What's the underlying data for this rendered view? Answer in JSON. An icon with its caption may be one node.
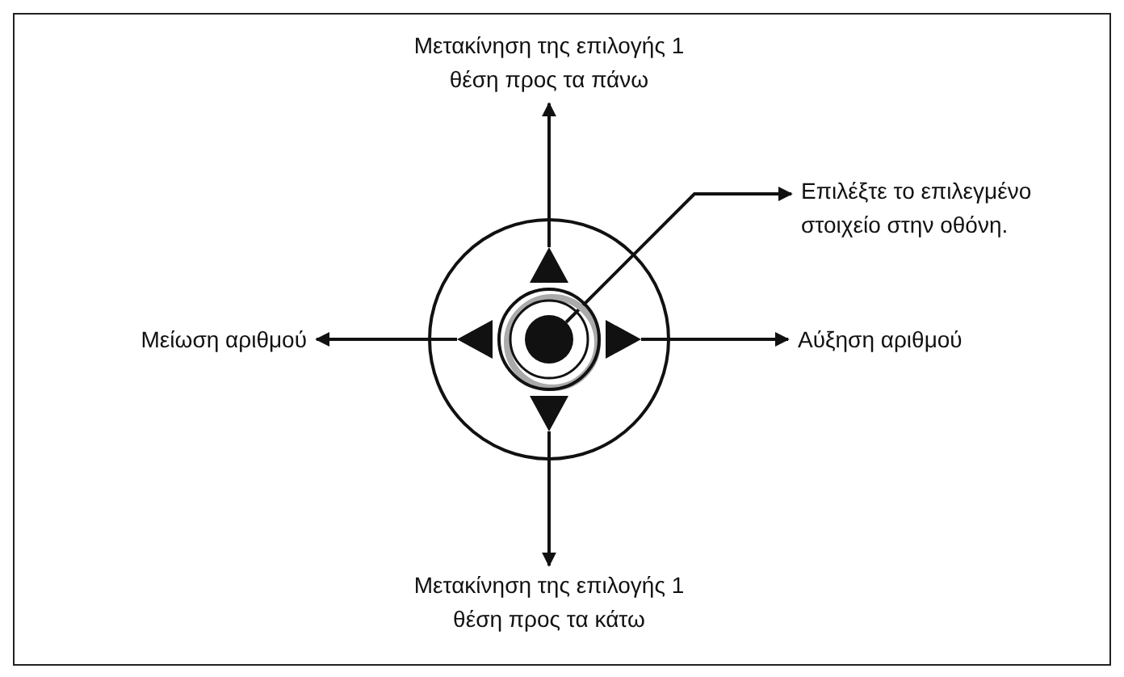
{
  "diagram": {
    "nodes": [
      {
        "text": [
          "Μετακίνηση της επιλογής 1 θέση προς τα πάνω"
        ]
      },
      {
        "text": [
          "Επιλέξτε το επιλεγμένο στοιχείο στην οθόνη."
        ]
      },
      {
        "text": [
          "Μείωση αριθμού"
        ]
      },
      {
        "text": [
          "Αύξηση αριθμού"
        ]
      },
      {
        "text": [
          "Μετακίνηση της επιλογής 1 θέση προς τα κάτω"
        ]
      },
      {
        "text": [],
        "shape": "circle"
      },
      {
        "text": [],
        "shape": "triangle",
        "in": 5
      },
      {
        "text": [],
        "shape": "triangle",
        "in": 5
      },
      {
        "text": [],
        "shape": "triangle",
        "in": 5
      },
      {
        "text": [],
        "shape": "triangle",
        "in": 5
      },
      {
        "text": [],
        "shape": "circle",
        "in": 5
      },
      {
        "text": [],
        "shape": "circle",
        "in": 10
      }
    ],
    "edges": [
      {
        "from": 6,
        "to": 0,
        "arrow": "to"
      },
      {
        "from": 11,
        "to": 1,
        "arrow": "to"
      },
      {
        "from": 7,
        "to": 2,
        "arrow": "to"
      },
      {
        "from": 8,
        "to": 3,
        "arrow": "to"
      },
      {
        "from": 9,
        "to": 4,
        "arrow": "to"
      }
    ]
  }
}
